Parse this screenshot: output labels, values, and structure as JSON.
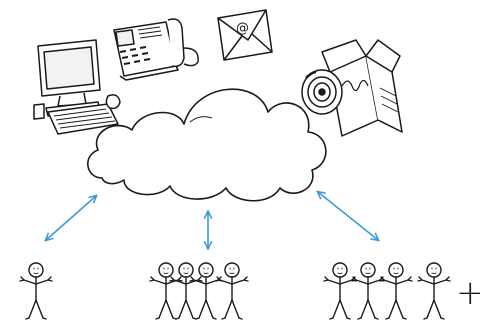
{
  "email": {
    "glyph": "@"
  },
  "plus_mark": "+",
  "colors": {
    "ink": "#1a1a1a",
    "arrow": "#3a9ad9",
    "paper": "#ffffff",
    "screen": "#f2f2f2"
  },
  "icons": [
    "desktop-computer-icon",
    "desk-phone-icon",
    "email-envelope-icon",
    "software-box-icon",
    "cloud-icon"
  ],
  "groups": [
    {
      "name": "single-user",
      "people": 1
    },
    {
      "name": "small-team",
      "people": 4
    },
    {
      "name": "large-team",
      "people": 4
    }
  ]
}
